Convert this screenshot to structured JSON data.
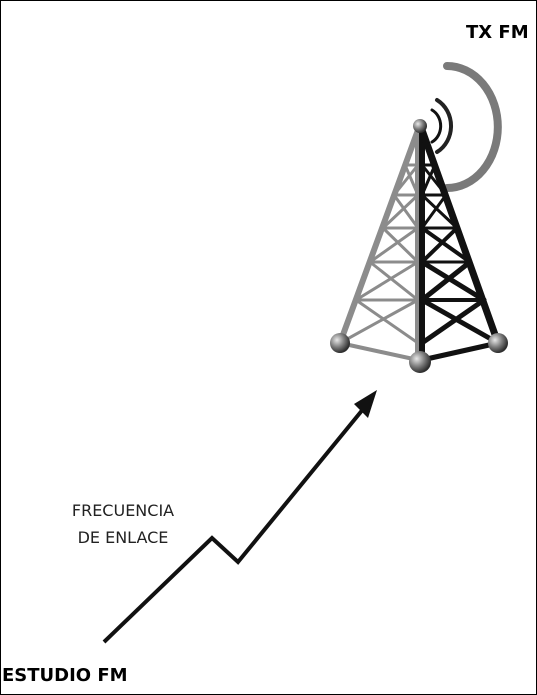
{
  "labels": {
    "tx": "TX FM",
    "studio": "ESTUDIO FM",
    "link_line1": "FRECUENCIA",
    "link_line2": "DE ENLACE"
  },
  "icons": {
    "tower": "radio-tower-icon",
    "waves": "radio-waves-icon",
    "link": "zigzag-arrow-icon"
  },
  "colors": {
    "tower_front": "#111111",
    "tower_back": "#8a8a8a",
    "waves": "#7a7a7a",
    "arrow": "#111111",
    "border": "#000000"
  }
}
